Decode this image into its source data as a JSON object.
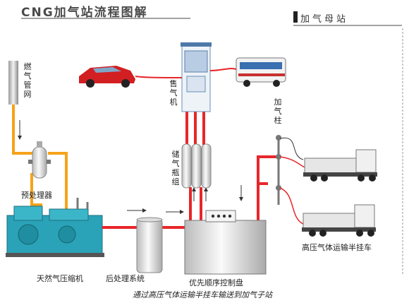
{
  "title": "CNG加气站流程图解",
  "subtitle": "加气母站",
  "labels": {
    "gas_pipeline": "燃气管网",
    "pretreater": "预处理器",
    "compressor": "天然气压缩机",
    "post_treatment": "后处理系统",
    "priority_panel": "优先顺序控制盘",
    "storage_group": "储气瓶组",
    "dispenser": "售气机",
    "fuel_column": "加气柱",
    "trailer": "高压气体运输半挂车"
  },
  "caption": "通过高压气体运输半挂车输送到加气子站",
  "colors": {
    "pipe_red": "#e8262a",
    "pipe_orange": "#f5a31a",
    "equipment_blue": "#2aa3b8"
  }
}
